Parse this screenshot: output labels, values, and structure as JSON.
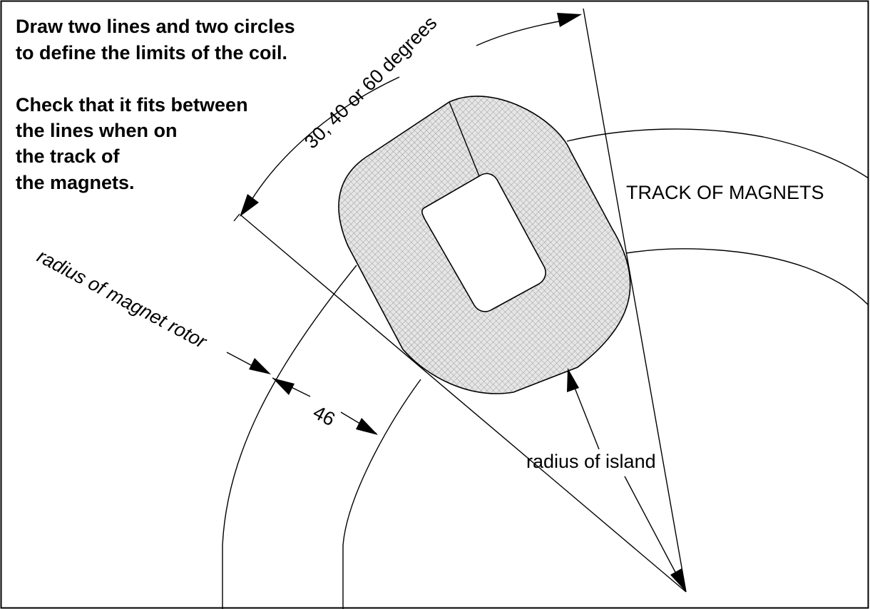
{
  "instructions": {
    "line1": "Draw two lines and two circles",
    "line2": "to define the limits of the coil.",
    "check1": "Check that it fits between",
    "check2": "the lines when on",
    "check3": "the track of",
    "check4": "the magnets."
  },
  "labels": {
    "angle": "30, 40 or 60 degrees",
    "track": "TRACK OF MAGNETS",
    "rotor_radius": "radius of magnet rotor",
    "width": "46",
    "island_radius": "radius of island"
  },
  "colors": {
    "ink": "#000000",
    "background": "#ffffff",
    "coil_fill": "#d8d8d8"
  }
}
